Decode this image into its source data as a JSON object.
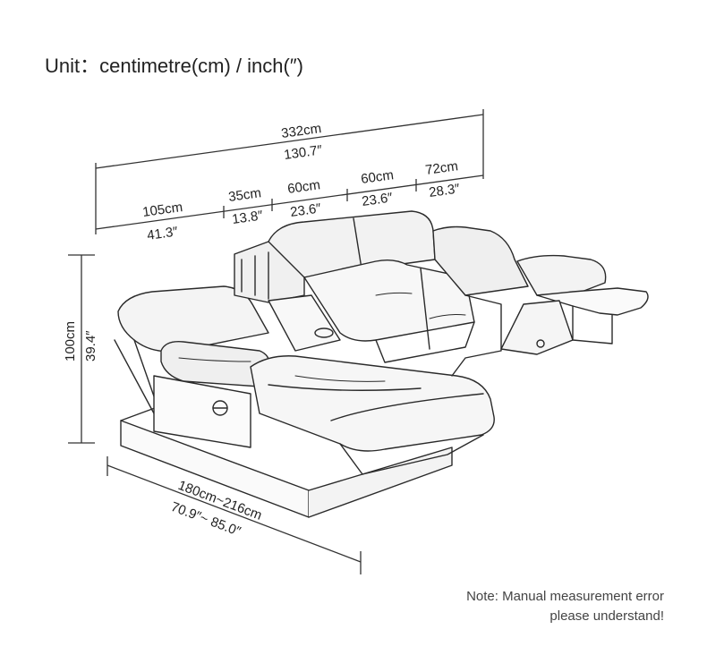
{
  "unit_title": "Unit：centimetre(cm) / inch(″)",
  "dimensions": {
    "total_cm": "332cm",
    "total_in": "130.7″",
    "seg1_cm": "105cm",
    "seg1_in": "41.3″",
    "seg2_cm": "35cm",
    "seg2_in": "13.8″",
    "seg3_cm": "60cm",
    "seg3_in": "23.6″",
    "seg4_cm": "60cm",
    "seg4_in": "23.6″",
    "seg5_cm": "72cm",
    "seg5_in": "28.3″",
    "height_cm": "100cm",
    "height_in": "39.4″",
    "depth_cm": "180cm~216cm",
    "depth_in": "70.9″~ 85.0″"
  },
  "note": {
    "line1": "Note: Manual measurement error",
    "line2": "please understand!"
  }
}
